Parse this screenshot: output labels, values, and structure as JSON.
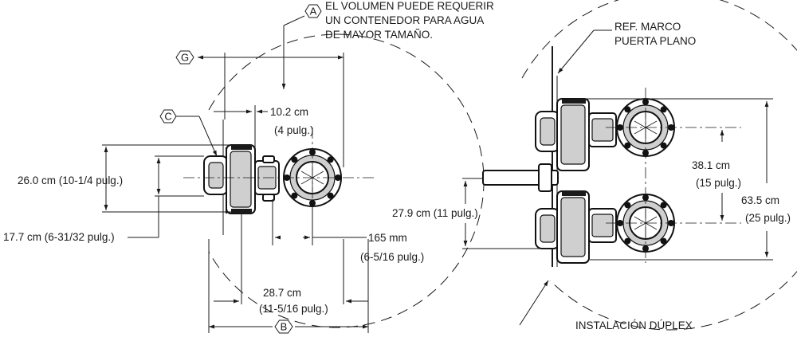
{
  "callouts": {
    "a": "A",
    "b": "B",
    "c": "C",
    "g": "G"
  },
  "notes": {
    "volume_line1": "EL VOLUMEN PUEDE REQUERIR",
    "volume_line2": "UN CONTENEDOR PARA AGUA",
    "volume_line3": "DE MAYOR TAMAÑO.",
    "ref_line1": "REF. MARCO",
    "ref_line2": "PUERTA PLANO",
    "duplex": "INSTALACIÓN DÚPLEX"
  },
  "dimensions": {
    "d_102_cm": "10.2 cm",
    "d_102_in": "(4 pulg.)",
    "d_260": "26.0 cm (10-1/4 pulg.)",
    "d_177": "17.7 cm (6-31/32 pulg.)",
    "d_165_mm": "165 mm",
    "d_165_in": "(6-5/16 pulg.)",
    "d_287_cm": "28.7 cm",
    "d_287_in": "(11-5/16 pulg.)",
    "d_381_cm": "38.1 cm",
    "d_381_in": "(15 pulg.)",
    "d_635_cm": "63.5 cm",
    "d_635_in": "(25 pulg.)",
    "d_279": "27.9 cm (11 pulg.)"
  }
}
